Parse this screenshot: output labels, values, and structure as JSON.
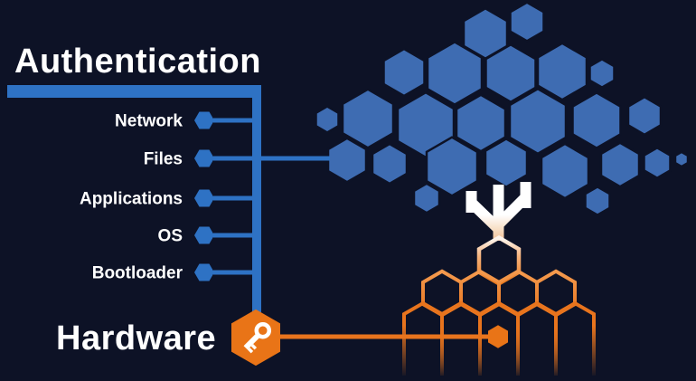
{
  "header": {
    "title": "Authentication"
  },
  "footer": {
    "label": "Hardware"
  },
  "layers": [
    {
      "label": "Network"
    },
    {
      "label": "Files"
    },
    {
      "label": "Applications"
    },
    {
      "label": "OS"
    },
    {
      "label": "Bootloader"
    }
  ],
  "icons": {
    "key": "key-icon",
    "hexagon_bullet": "hexagon-bullet-icon"
  },
  "colors": {
    "background": "#0d1226",
    "hexagon_blue": "#3e6cb2",
    "line_blue": "#2e72c4",
    "accent_orange": "#e8741d",
    "orange_fill": "#e97417",
    "text": "#ffffff"
  }
}
